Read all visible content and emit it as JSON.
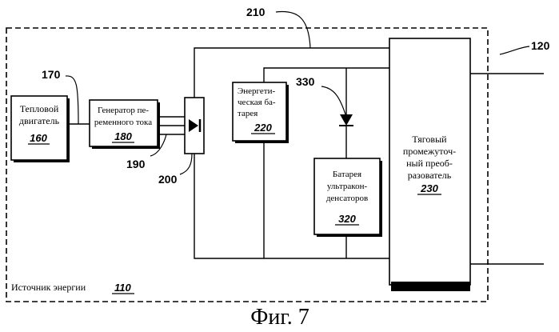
{
  "figure": {
    "caption": "Фиг. 7",
    "system": {
      "label": "Источник энергии",
      "ref": "110"
    },
    "callouts": {
      "c210": "210",
      "c120": "120",
      "c170": "170",
      "c330": "330",
      "c190": "190",
      "c200": "200"
    },
    "blocks": {
      "engine": {
        "lines": [
          "Тепловой",
          "двигатель"
        ],
        "ref": "160"
      },
      "generator": {
        "lines": [
          "Генератор пе-",
          "ременного тока"
        ],
        "ref": "180"
      },
      "battery": {
        "lines": [
          "Энергети-",
          "ческая ба-",
          "тарея"
        ],
        "ref": "220"
      },
      "ultracap": {
        "lines": [
          "Батарея",
          "ультракон-",
          "денсаторов"
        ],
        "ref": "320"
      },
      "inverter": {
        "lines": [
          "Тяговый",
          "промежуточ-",
          "ный преоб-",
          "разователь"
        ],
        "ref": "230"
      }
    }
  }
}
